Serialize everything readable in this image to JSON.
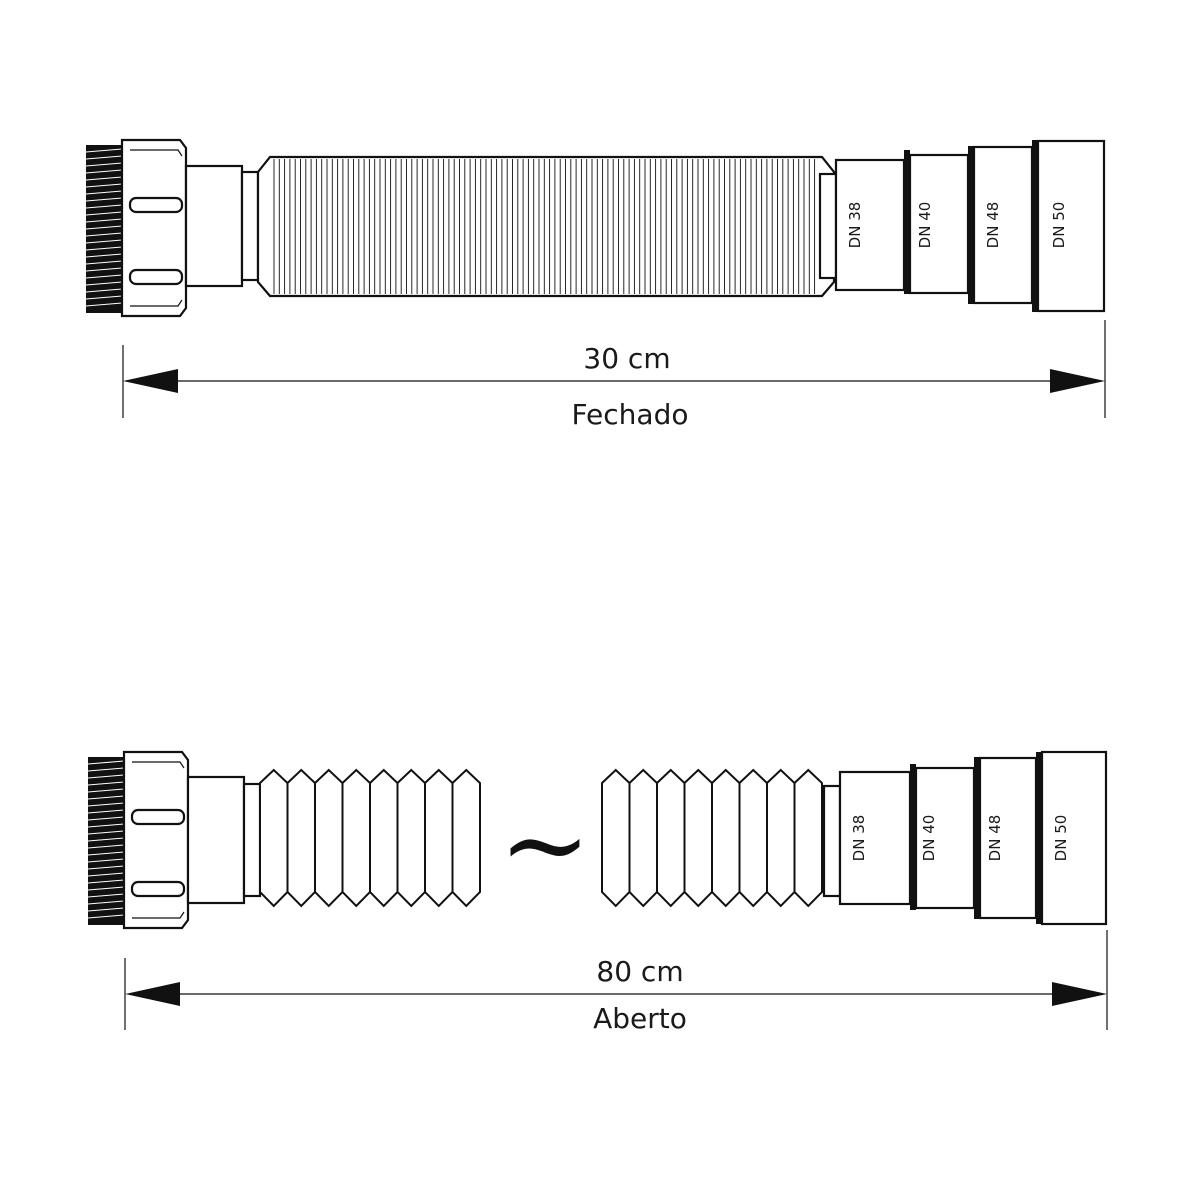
{
  "closed": {
    "length_label": "30 cm",
    "state_label": "Fechado",
    "adapters": [
      "DN 38",
      "DN 40",
      "DN 48",
      "DN 50"
    ]
  },
  "open": {
    "length_label": "80 cm",
    "state_label": "Aberto",
    "adapters": [
      "DN 38",
      "DN 40",
      "DN 48",
      "DN 50"
    ],
    "break_symbol": "~"
  },
  "colors": {
    "line": "#111111",
    "background": "#ffffff"
  }
}
